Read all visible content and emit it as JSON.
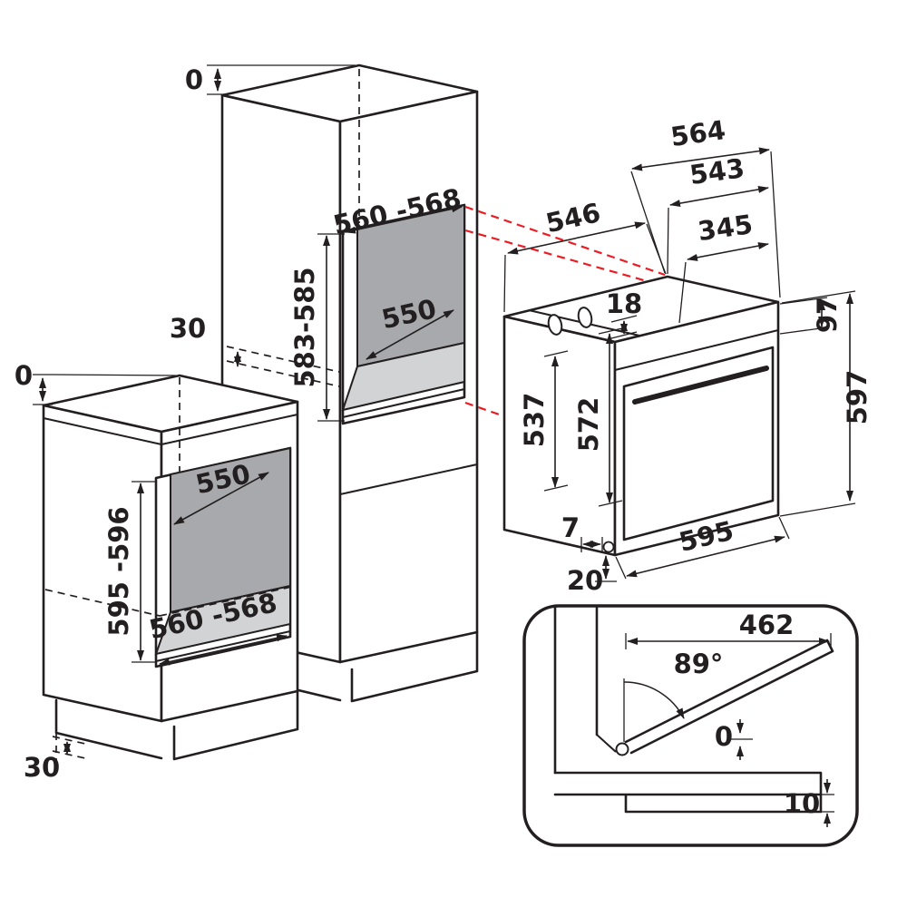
{
  "title": "Built-in oven installation drawing",
  "colors": {
    "line": "#231f20",
    "projection_red": "#ec1c24",
    "niche_back": "#a7a9ac",
    "niche_floor": "#d1d3d4",
    "background": "#ffffff"
  },
  "tall_cabinet": {
    "top_clearance": "0",
    "back_clearance": "30",
    "niche_width": "560 -568",
    "niche_height": "583-585",
    "niche_depth": "550"
  },
  "base_cabinet": {
    "top_clearance": "0",
    "niche_depth": "550",
    "niche_height": "595 -596",
    "niche_width": "560 -568",
    "plinth_clearance": "30"
  },
  "oven": {
    "depth_overall": "564",
    "depth_body": "543",
    "depth_upper": "345",
    "depth_top": "546",
    "fascia_height": "18",
    "top_section_height": "97",
    "height_overall": "597",
    "height_rear": "537",
    "height_front": "572",
    "width": "595",
    "clearance_small": "7",
    "clearance_bottom": "20"
  },
  "door_detail": {
    "open_door_depth": "462",
    "door_angle": "89°",
    "gap_zero": "0",
    "gap_bottom": "10"
  }
}
